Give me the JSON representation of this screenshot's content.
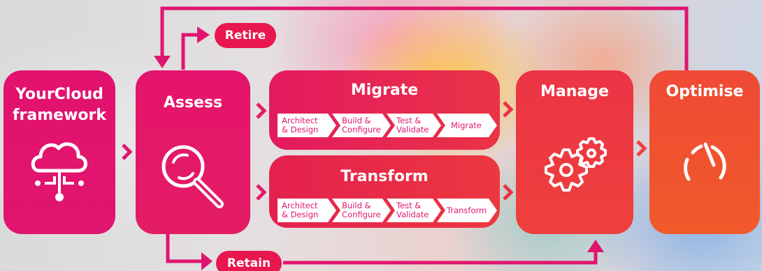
{
  "colors": {
    "pink": "#e0156f",
    "crimson": "#e8304a",
    "red": "#ee3f3c",
    "orange": "#f05a2c",
    "connector": "#e0156f",
    "step_text": "#e0166c"
  },
  "nodes": {
    "framework": {
      "title": "YourCloud\nframework",
      "icon": "cloud-network-icon"
    },
    "assess": {
      "title": "Assess",
      "icon": "magnifier-icon"
    },
    "migrate": {
      "title": "Migrate",
      "steps": [
        "Architect\n& Design",
        "Build &\nConfigure",
        "Test &\nValidate",
        "Migrate"
      ]
    },
    "transform": {
      "title": "Transform",
      "steps": [
        "Architect\n& Design",
        "Build &\nConfigure",
        "Test &\nValidate",
        "Transform"
      ]
    },
    "manage": {
      "title": "Manage",
      "icon": "gears-icon"
    },
    "optimise": {
      "title": "Optimise",
      "icon": "gauge-icon"
    }
  },
  "branches": {
    "retire": "Retire",
    "retain": "Retain"
  }
}
